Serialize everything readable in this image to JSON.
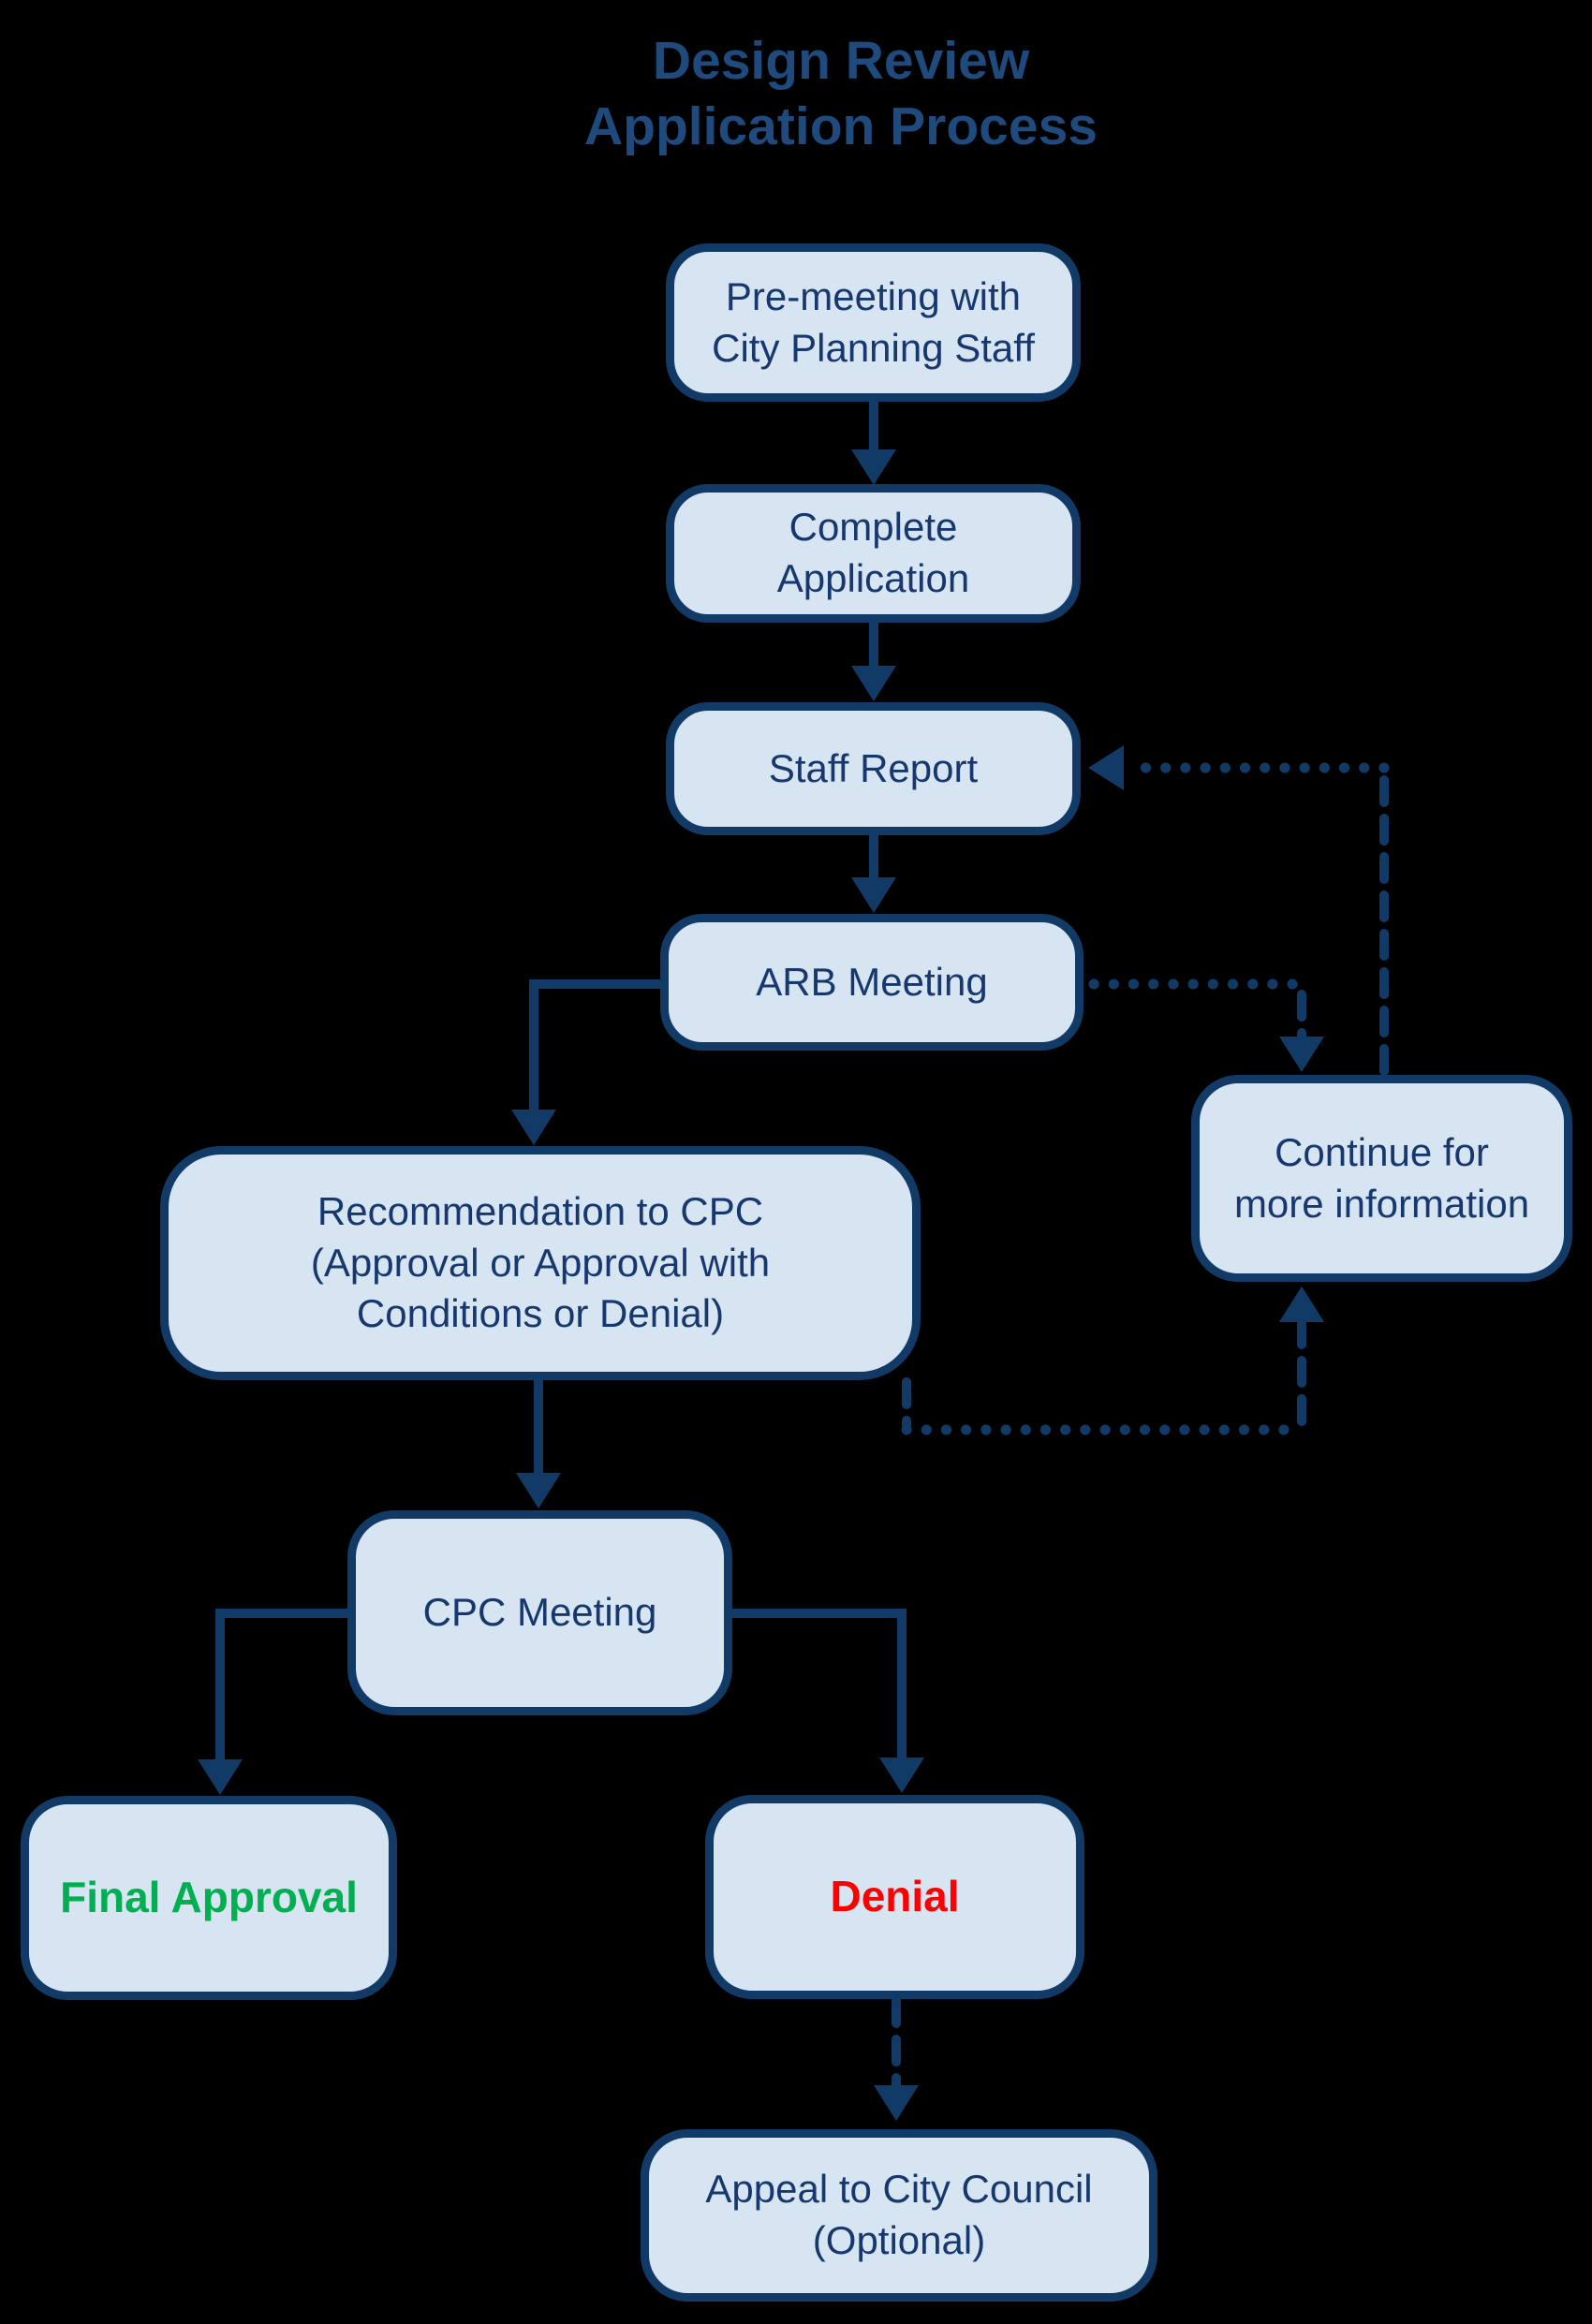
{
  "title": {
    "line1": "Design Review",
    "line2": "Application Process"
  },
  "nodes": {
    "pre_meeting": {
      "label": "Pre-meeting with\nCity Planning Staff"
    },
    "complete_application": {
      "label": "Complete\nApplication"
    },
    "staff_report": {
      "label": "Staff Report"
    },
    "arb_meeting": {
      "label": "ARB Meeting"
    },
    "recommendation": {
      "label": "Recommendation to CPC\n(Approval or  Approval with\nConditions or Denial)"
    },
    "continue_info": {
      "label": "Continue for\nmore information"
    },
    "cpc_meeting": {
      "label": "CPC Meeting"
    },
    "final_approval": {
      "label": "Final Approval"
    },
    "denial": {
      "label": "Denial"
    },
    "appeal": {
      "label": "Appeal to City Council\n(Optional)"
    }
  },
  "colors": {
    "background": "#000000",
    "box_fill": "#D7E4F2",
    "box_border": "#123A66",
    "connector": "#123A66",
    "node_text": "#17386E",
    "title_text": "#1E4A7D",
    "approval_green": "#00B050",
    "denial_red": "#FF0000"
  }
}
